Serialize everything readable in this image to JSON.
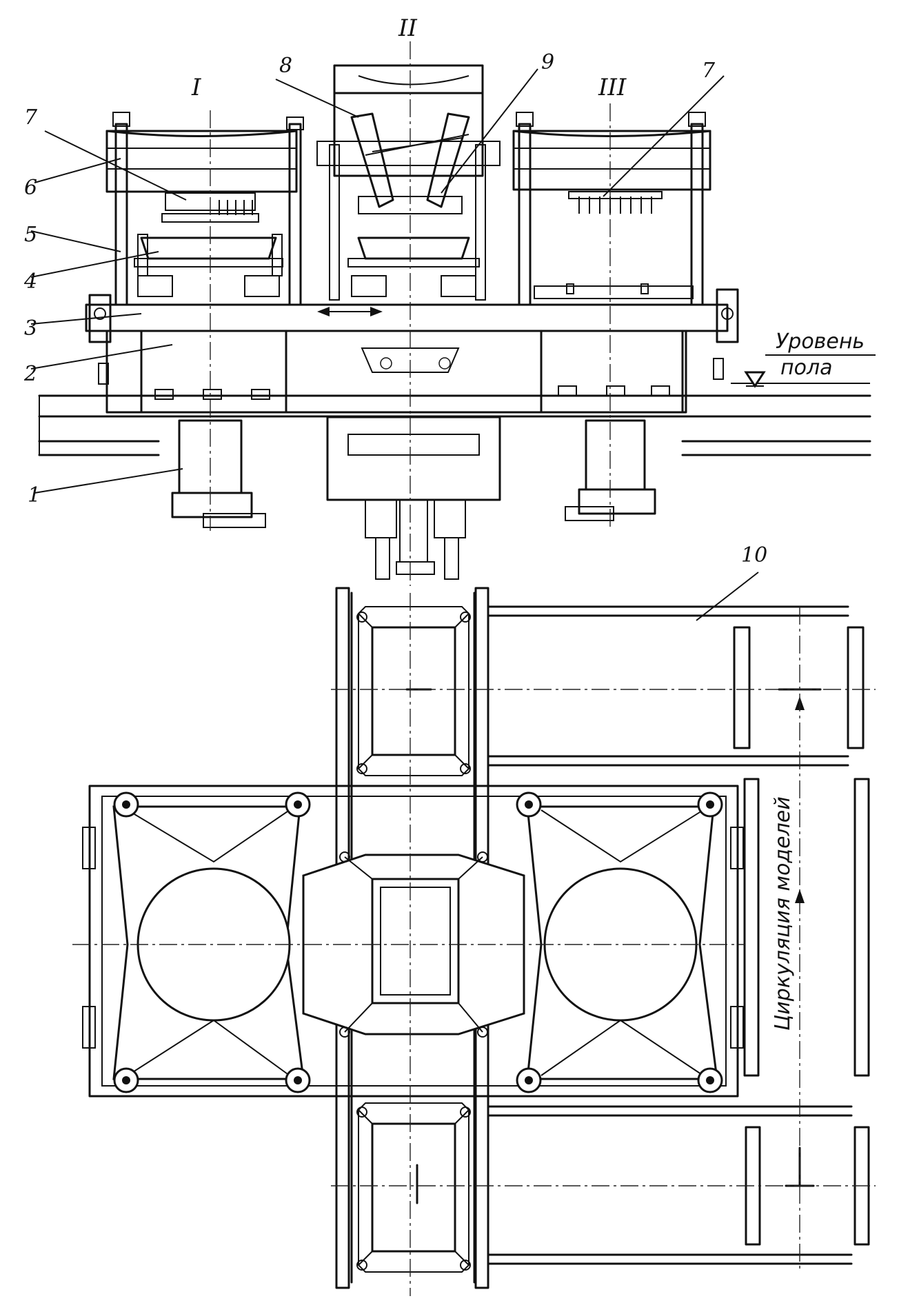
{
  "stations": {
    "station_1": "I",
    "station_2": "II",
    "station_3": "III"
  },
  "callouts": {
    "c1": "1",
    "c2": "2",
    "c3": "3",
    "c4": "4",
    "c5": "5",
    "c6": "6",
    "c7_left": "7",
    "c7_right": "7",
    "c8": "8",
    "c9": "9",
    "c10": "10"
  },
  "floor_level": {
    "line1": "Уровень",
    "line2": "пола"
  },
  "circulation_label": "Циркуляция моделей"
}
